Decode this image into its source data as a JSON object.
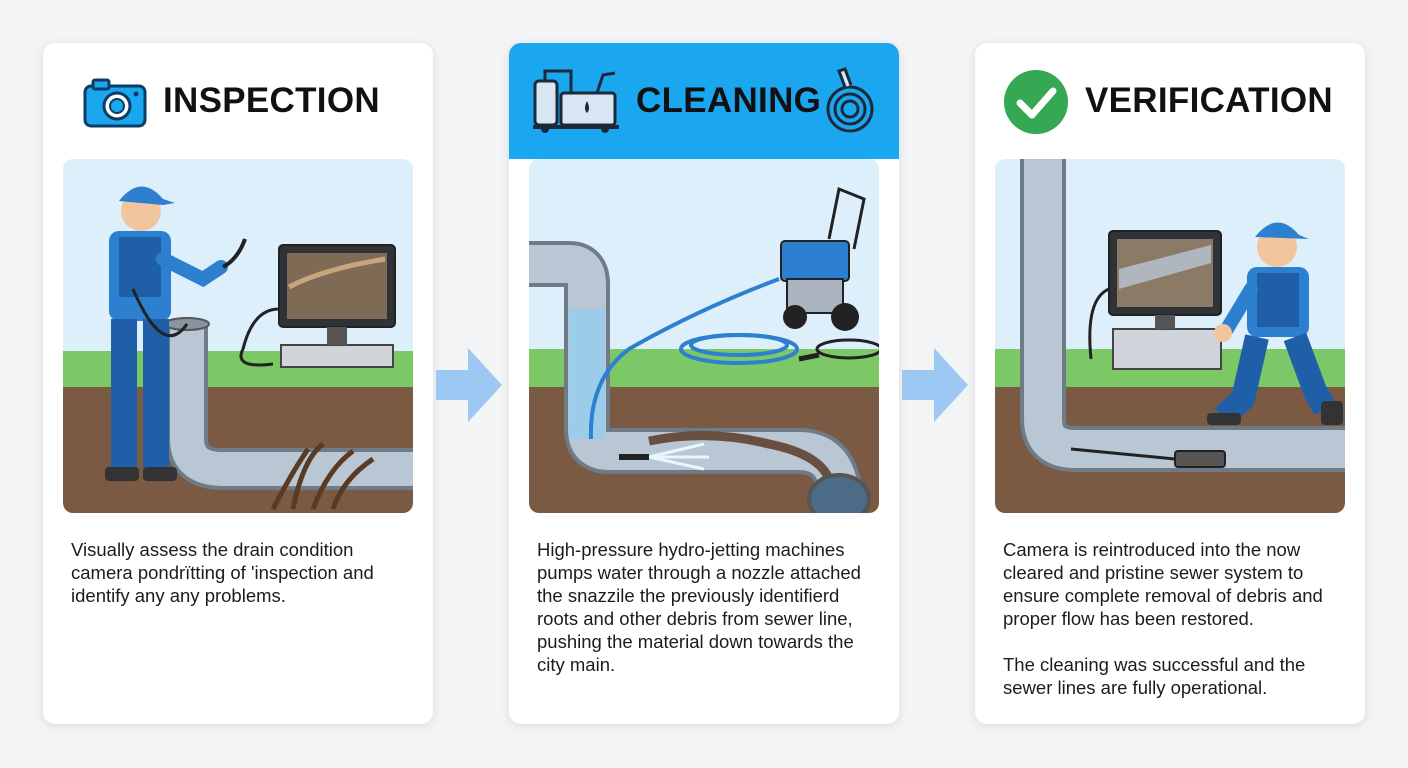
{
  "steps": [
    {
      "title": "INSPECTION",
      "description": [
        "Visually assess the drain condition camera pondrïtting of 'inspection and identify any any problems."
      ]
    },
    {
      "title": "CLEANING",
      "description": [
        "High-pressure hydro-jetting machines pumps water through a nozzle attached the snazzile the previously identifierd roots and other debris from sewer line, pushing the material down towards the city main."
      ]
    },
    {
      "title": "VERIFICATION",
      "description": [
        "Camera is reintroduced into the now cleared and pristine sewer system to ensure complete removal of debris and proper flow has been restored.",
        "The cleaning was successful and the sewer lines are fully operational."
      ]
    }
  ],
  "colors": {
    "accent_blue": "#1ba7f0",
    "check_green": "#34a853",
    "arrow_blue": "#9ec8f4",
    "sky": "#dceffb",
    "grass": "#7cc866",
    "soil": "#7a5a43",
    "pipe": "#b9c6d3"
  },
  "icons": [
    "camera-icon",
    "jetting-machine-icon",
    "hose-reel-icon",
    "checkmark-icon",
    "arrow-right-icon"
  ]
}
